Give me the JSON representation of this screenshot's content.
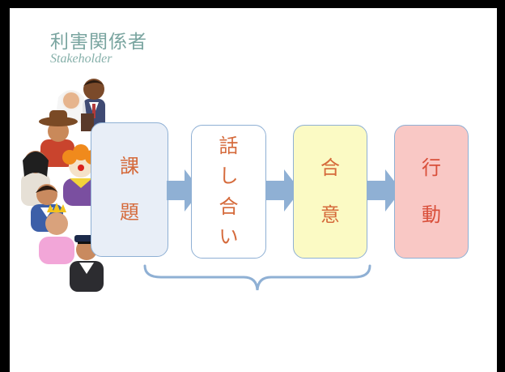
{
  "title": "利害関係者",
  "subtitle": "Stakeholder",
  "steps": [
    {
      "lines": [
        "課",
        "題"
      ]
    },
    {
      "lines": [
        "話",
        "し",
        "合",
        "い"
      ]
    },
    {
      "lines": [
        "合",
        "意"
      ]
    },
    {
      "lines": [
        "行",
        "動"
      ]
    }
  ],
  "colors": {
    "title": "#7aa5a0",
    "step_text": "#d56a3b",
    "arrow": "#8fb0d4",
    "step1_fill": "#e8eef7",
    "step3_fill": "#fbfac4",
    "step4_fill": "#f9c8c5"
  },
  "icons": [
    "stakeholder-group-icon",
    "right-arrow-icon",
    "brace-icon"
  ]
}
